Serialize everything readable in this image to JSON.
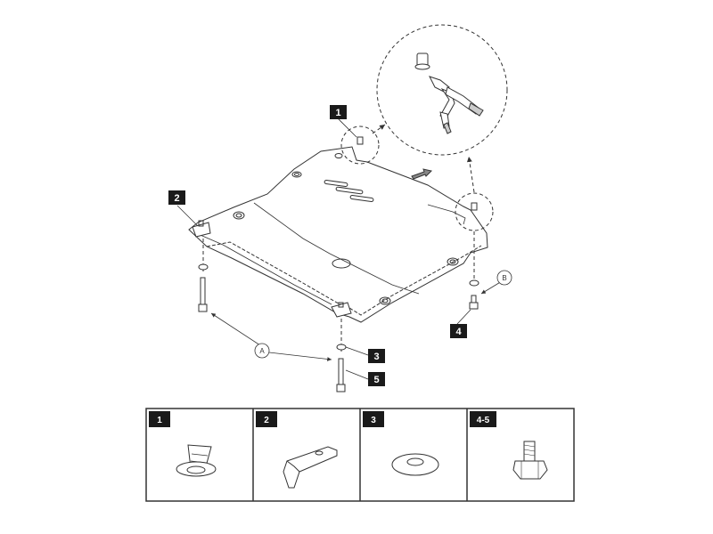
{
  "callouts": {
    "c1": "1",
    "c2": "2",
    "c3": "3",
    "c4": "4",
    "c5": "5",
    "cA": "A",
    "cB": "B"
  },
  "parts_table": {
    "cells": [
      {
        "label": "1",
        "icon": "rivet-nut-icon"
      },
      {
        "label": "2",
        "icon": "bracket-icon"
      },
      {
        "label": "3",
        "icon": "washer-icon"
      },
      {
        "label": "4-5",
        "icon": "bolt-icon"
      }
    ]
  },
  "colors": {
    "line": "#333333",
    "tag_fill": "#1a1a1a",
    "background": "#ffffff"
  }
}
